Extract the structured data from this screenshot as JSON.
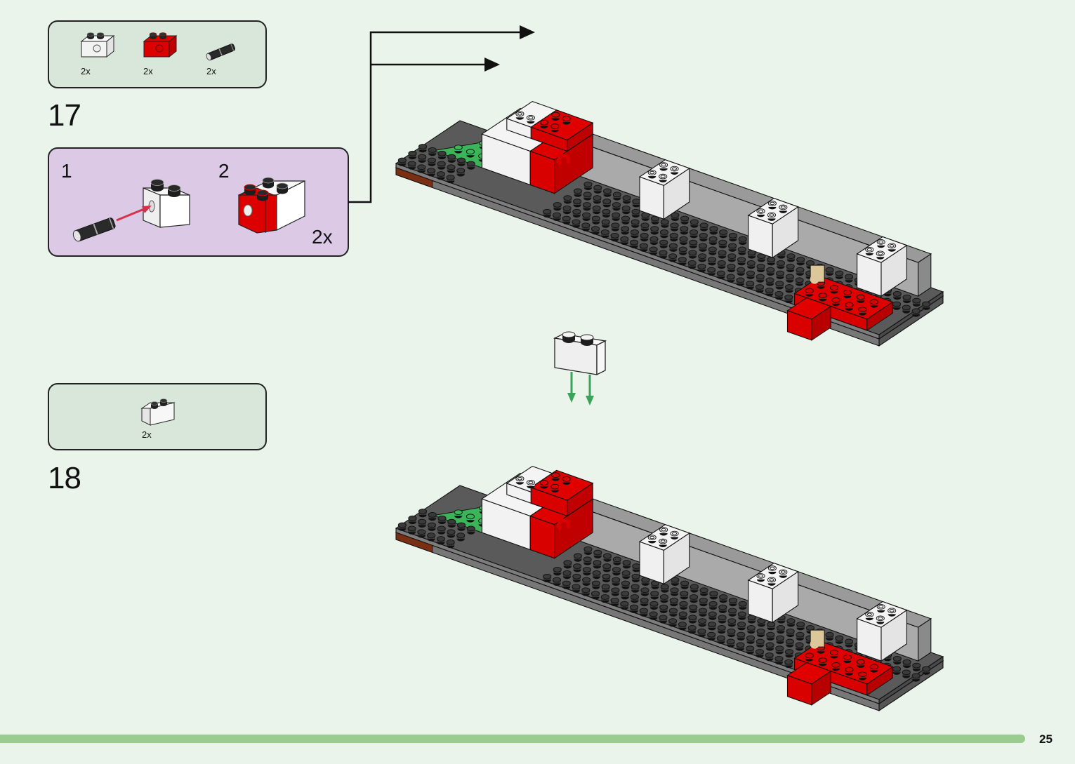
{
  "page": {
    "page_number": "25",
    "progress_bar_color": "#9acb8f",
    "background_color": "#eaf4ea"
  },
  "steps": [
    {
      "number": "17",
      "parts": [
        {
          "name": "white-technic-brick-1x2-with-hole",
          "color": "#ffffff",
          "quantity": "2x"
        },
        {
          "name": "red-technic-brick-1x2-with-hole",
          "color": "#dd0000",
          "quantity": "2x"
        },
        {
          "name": "black-technic-pin",
          "color": "#222222",
          "quantity": "2x"
        }
      ],
      "sub_assembly": {
        "background": "#dcc9e6",
        "substeps": [
          {
            "number": "1",
            "description": "insert-pin-into-white-brick"
          },
          {
            "number": "2",
            "description": "attach-red-brick-to-white-brick"
          }
        ],
        "quantity": "2x"
      }
    },
    {
      "number": "18",
      "parts": [
        {
          "name": "white-brick-1x2",
          "color": "#ffffff",
          "quantity": "2x"
        }
      ]
    }
  ],
  "colors": {
    "baseplate": "#5a5a5a",
    "stud": "#2d2d2d",
    "white_brick": "#f3f4f4",
    "red_brick": "#d90000",
    "green_plate": "#3cb55a",
    "tan_piece": "#dcc79a",
    "wall_grey": "#aaaaaa",
    "place_arrow": "#3aa35b",
    "callout_arrow": "#111111",
    "insert_arrow": "#d9304a"
  }
}
